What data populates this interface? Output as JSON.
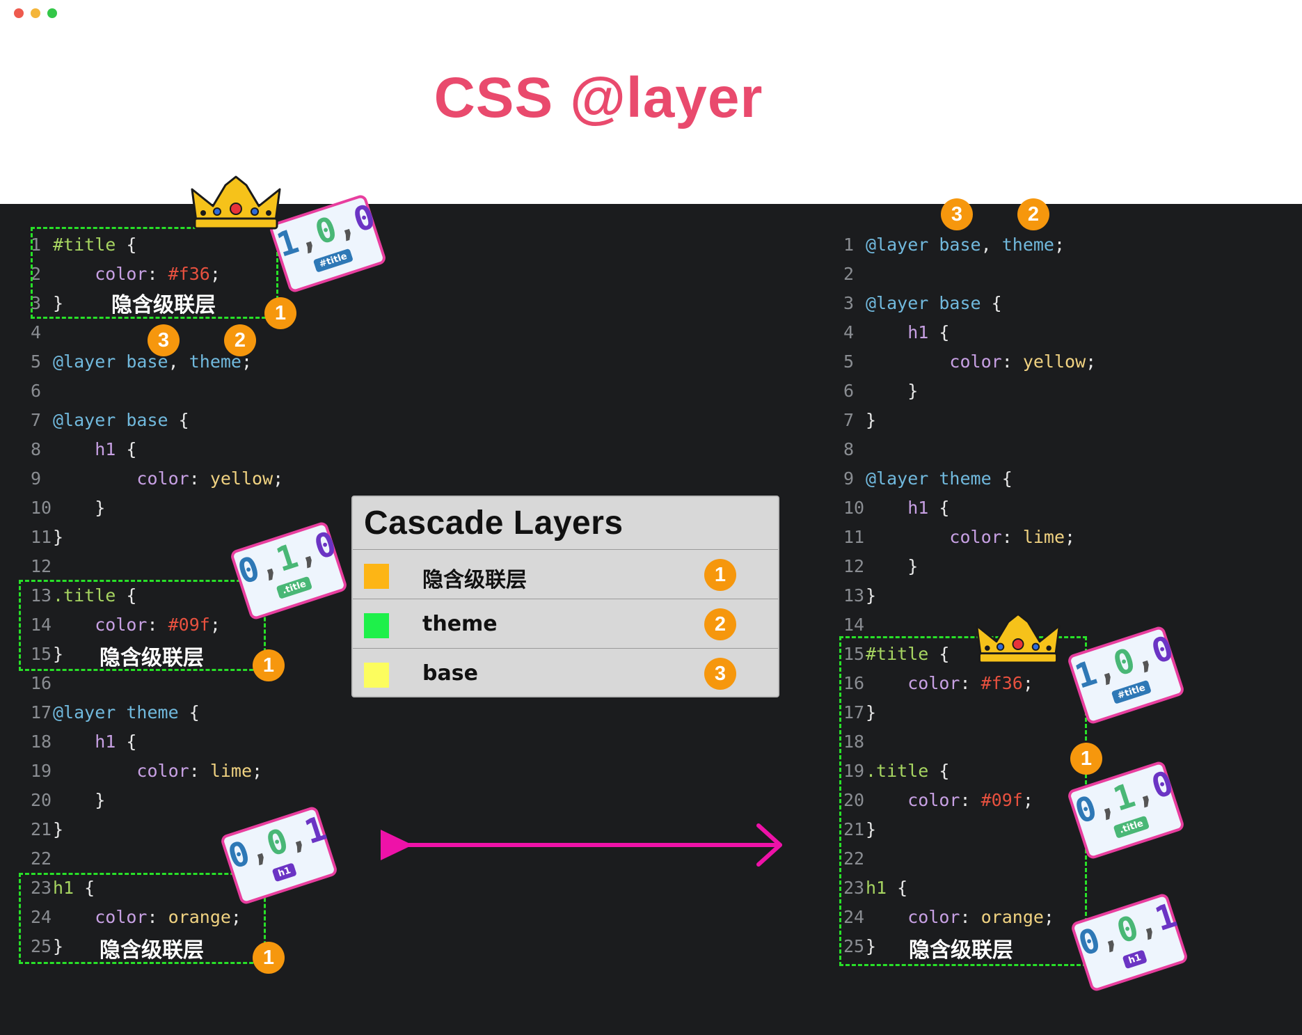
{
  "window": {
    "dots": [
      "#ee5a4e",
      "#f4b53a",
      "#33c748"
    ]
  },
  "title": "CSS @layer",
  "implicit_layer_label": "隐含级联层",
  "order_badges": [
    "1",
    "2",
    "3"
  ],
  "specificity_cards": {
    "id": {
      "a": "1",
      "b": "0",
      "c": "0",
      "tag": "#title"
    },
    "class": {
      "a": "0",
      "b": "1",
      "c": "0",
      "tag": ".title"
    },
    "type": {
      "a": "0",
      "b": "0",
      "c": "1",
      "tag": "h1"
    }
  },
  "legend": {
    "title": "Cascade Layers",
    "rows": [
      {
        "label": "隐含级联层",
        "color": "#fdb515",
        "badge": "1"
      },
      {
        "label": "theme",
        "color": "#1ef04a",
        "badge": "2"
      },
      {
        "label": "base",
        "color": "#fcfd5e",
        "badge": "3"
      }
    ]
  },
  "code_left": [
    {
      "n": "1",
      "code": "#title {"
    },
    {
      "n": "2",
      "code": "    color: #f36;"
    },
    {
      "n": "3",
      "code": "}"
    },
    {
      "n": "4",
      "code": ""
    },
    {
      "n": "5",
      "code": "@layer base, theme;"
    },
    {
      "n": "6",
      "code": ""
    },
    {
      "n": "7",
      "code": "@layer base {"
    },
    {
      "n": "8",
      "code": "    h1 {"
    },
    {
      "n": "9",
      "code": "        color: yellow;"
    },
    {
      "n": "10",
      "code": "    }"
    },
    {
      "n": "11",
      "code": "}"
    },
    {
      "n": "12",
      "code": ""
    },
    {
      "n": "13",
      "code": ".title {"
    },
    {
      "n": "14",
      "code": "    color: #09f;"
    },
    {
      "n": "15",
      "code": "}"
    },
    {
      "n": "16",
      "code": ""
    },
    {
      "n": "17",
      "code": "@layer theme {"
    },
    {
      "n": "18",
      "code": "    h1 {"
    },
    {
      "n": "19",
      "code": "        color: lime;"
    },
    {
      "n": "20",
      "code": "    }"
    },
    {
      "n": "21",
      "code": "}"
    },
    {
      "n": "22",
      "code": ""
    },
    {
      "n": "23",
      "code": "h1 {"
    },
    {
      "n": "24",
      "code": "    color: orange;"
    },
    {
      "n": "25",
      "code": "}"
    }
  ],
  "code_right": [
    {
      "n": "1",
      "code": "@layer base, theme;"
    },
    {
      "n": "2",
      "code": ""
    },
    {
      "n": "3",
      "code": "@layer base {"
    },
    {
      "n": "4",
      "code": "    h1 {"
    },
    {
      "n": "5",
      "code": "        color: yellow;"
    },
    {
      "n": "6",
      "code": "    }"
    },
    {
      "n": "7",
      "code": "}"
    },
    {
      "n": "8",
      "code": ""
    },
    {
      "n": "9",
      "code": "@layer theme {"
    },
    {
      "n": "10",
      "code": "    h1 {"
    },
    {
      "n": "11",
      "code": "        color: lime;"
    },
    {
      "n": "12",
      "code": "    }"
    },
    {
      "n": "13",
      "code": "}"
    },
    {
      "n": "14",
      "code": ""
    },
    {
      "n": "15",
      "code": "#title {"
    },
    {
      "n": "16",
      "code": "    color: #f36;"
    },
    {
      "n": "17",
      "code": "}"
    },
    {
      "n": "18",
      "code": ""
    },
    {
      "n": "19",
      "code": ".title {"
    },
    {
      "n": "20",
      "code": "    color: #09f;"
    },
    {
      "n": "21",
      "code": "}"
    },
    {
      "n": "22",
      "code": ""
    },
    {
      "n": "23",
      "code": "h1 {"
    },
    {
      "n": "24",
      "code": "    color: orange;"
    },
    {
      "n": "25",
      "code": "}"
    }
  ],
  "colors": {
    "title": "#e94a6d",
    "accent_pink": "#ee12a8",
    "dash_green": "#28e028",
    "badge_orange": "#f6970d",
    "background_dark": "#1b1c1e"
  }
}
